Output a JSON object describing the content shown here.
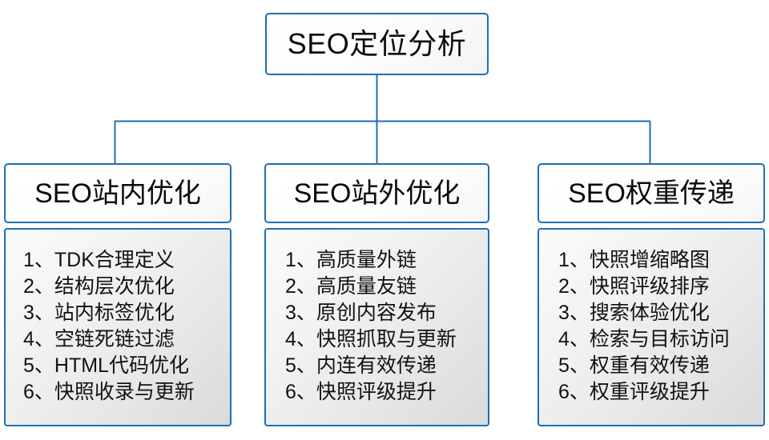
{
  "diagram": {
    "type": "organization-tree",
    "root": {
      "label": "SEO定位分析"
    },
    "accent_color": "#1f6fb5",
    "text_color": "#111111",
    "branches": [
      {
        "title": "SEO站内优化",
        "items": [
          {
            "index": "1、",
            "text": "TDK合理定义"
          },
          {
            "index": "2、",
            "text": "结构层次优化"
          },
          {
            "index": "3、",
            "text": "站内标签优化"
          },
          {
            "index": "4、",
            "text": "空链死链过滤"
          },
          {
            "index": "5、",
            "text": "HTML代码优化"
          },
          {
            "index": "6、",
            "text": "快照收录与更新"
          }
        ]
      },
      {
        "title": "SEO站外优化",
        "items": [
          {
            "index": "1、",
            "text": "高质量外链"
          },
          {
            "index": "2、",
            "text": "高质量友链"
          },
          {
            "index": "3、",
            "text": "原创内容发布"
          },
          {
            "index": "4、",
            "text": "快照抓取与更新"
          },
          {
            "index": "5、",
            "text": "内连有效传递"
          },
          {
            "index": "6、",
            "text": "快照评级提升"
          }
        ]
      },
      {
        "title": "SEO权重传递",
        "items": [
          {
            "index": "1、",
            "text": "快照增缩略图"
          },
          {
            "index": "2、",
            "text": "快照评级排序"
          },
          {
            "index": "3、",
            "text": "搜索体验优化"
          },
          {
            "index": "4、",
            "text": "检索与目标访问"
          },
          {
            "index": "5、",
            "text": "权重有效传递"
          },
          {
            "index": "6、",
            "text": "权重评级提升"
          }
        ]
      }
    ]
  }
}
